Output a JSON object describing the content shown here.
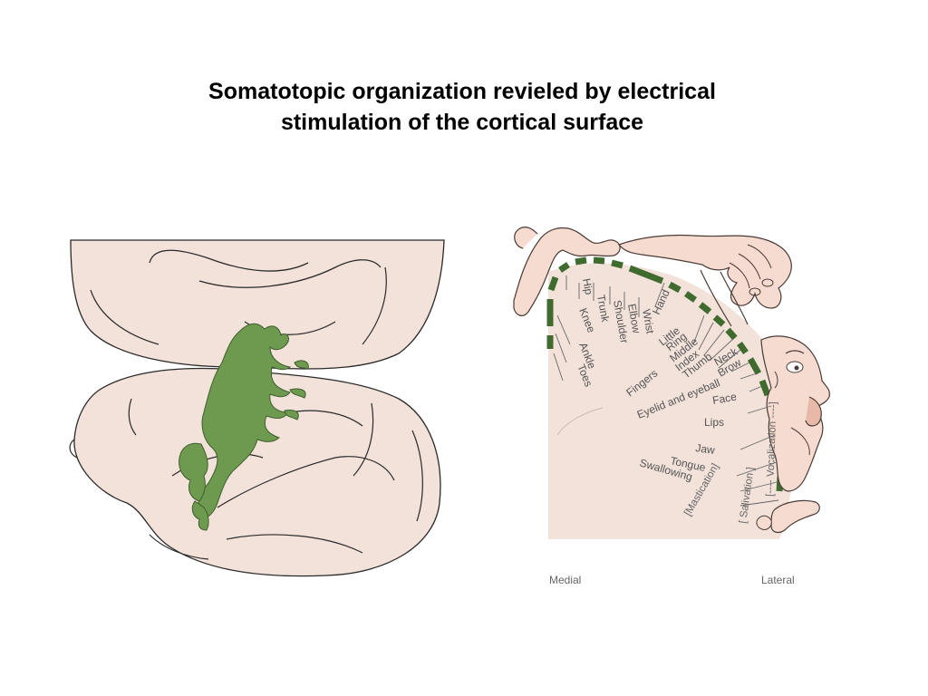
{
  "title": {
    "line1": "Somatotopic organization revieled by electrical",
    "line2": "stimulation of the cortical surface"
  },
  "colors": {
    "cortex": "#f2e2da",
    "outline": "#2a2a2a",
    "somatotopic_green": "#6e9a50",
    "strip_green": "#3f6b2e",
    "homunculus_skin": "#f6dcd0",
    "label_gray": "#555555"
  },
  "homunculus_labels": {
    "hip": "Hip",
    "trunk": "Trunk",
    "shoulder": "Shoulder",
    "elbow": "Elbow",
    "wrist": "Wrist",
    "hand": "Hand",
    "knee": "Knee",
    "ankle": "Ankle",
    "toes": "Toes",
    "little": "Little",
    "ring": "Ring",
    "middle": "Middle",
    "index": "Index",
    "thumb": "Thumb",
    "fingers": "Fingers",
    "neck": "Neck",
    "brow": "Brow",
    "eyelid_and_eyeball": "Eyelid  and  eyeball",
    "face": "Face",
    "lips": "Lips",
    "jaw": "Jaw",
    "tongue": "Tongue",
    "swallowing": "Swallowing",
    "mastication": "[Mastication]",
    "salivation": "[ Salivation ]",
    "vocalization": "[---- Vocalization ----]"
  },
  "axis": {
    "medial": "Medial",
    "lateral": "Lateral"
  }
}
